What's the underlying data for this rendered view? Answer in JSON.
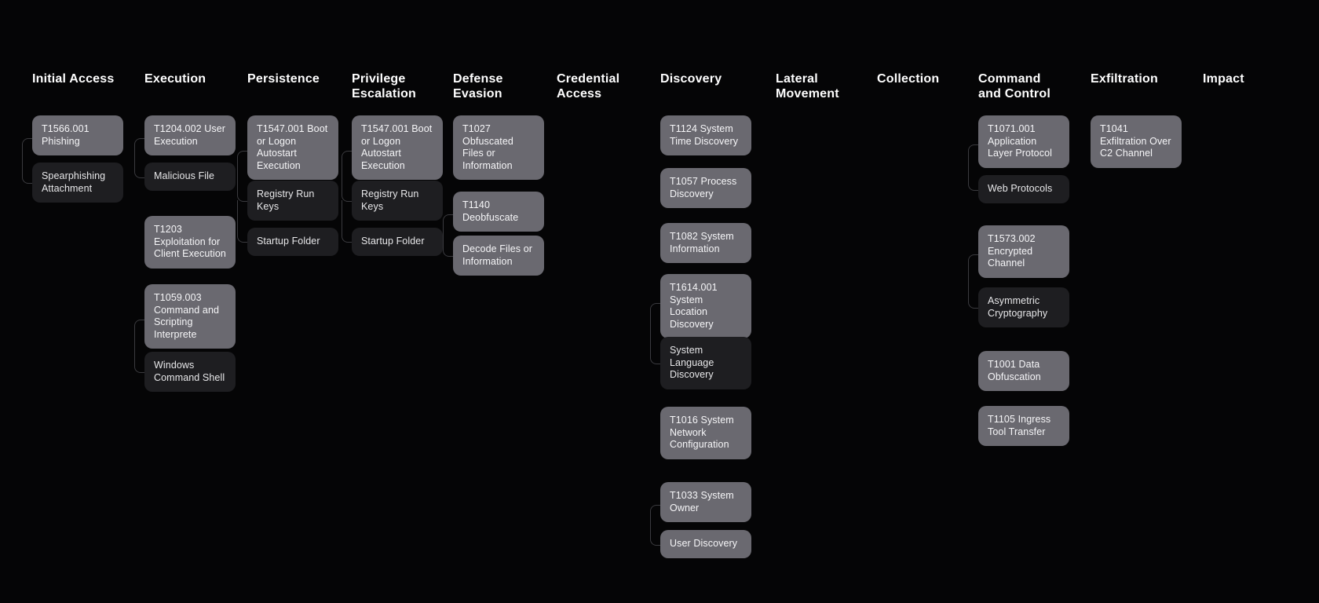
{
  "colors": {
    "background": "#050506",
    "technique_fill": "#6a6970",
    "subtechnique_fill": "#1e1e21",
    "technique_text": "#f6f6f8",
    "subtechnique_text": "#e8e8ea",
    "connector_line": "#3b3b3f",
    "header_text": "#ffffff"
  },
  "matrix": {
    "columns": [
      {
        "title": "Initial Access",
        "techniques": [
          {
            "label": "T1566.001 Phishing",
            "tone": "gray"
          },
          {
            "label": "Spearphishing Attachment",
            "tone": "dark"
          }
        ]
      },
      {
        "title": "Execution",
        "techniques": [
          {
            "label": "T1204.002 User Execution",
            "tone": "gray"
          },
          {
            "label": "Malicious File",
            "tone": "dark"
          },
          {
            "label": "T1203 Exploitation for Client Execution",
            "tone": "gray"
          },
          {
            "label": "T1059.003 Command and Scripting Interprete",
            "tone": "gray"
          },
          {
            "label": "Windows Command Shell",
            "tone": "dark"
          }
        ]
      },
      {
        "title": "Persistence",
        "techniques": [
          {
            "label": "T1547.001 Boot or Logon Autostart Execution",
            "tone": "gray"
          },
          {
            "label": "Registry Run Keys",
            "tone": "dark"
          },
          {
            "label": "Startup Folder",
            "tone": "dark"
          }
        ]
      },
      {
        "title": "Privilege Escalation",
        "techniques": [
          {
            "label": "T1547.001 Boot or Logon Autostart Execution",
            "tone": "gray"
          },
          {
            "label": "Registry Run Keys",
            "tone": "dark"
          },
          {
            "label": "Startup Folder",
            "tone": "dark"
          }
        ]
      },
      {
        "title": "Defense Evasion",
        "techniques": [
          {
            "label": "T1027 Obfuscated Files or Information",
            "tone": "gray"
          },
          {
            "label": "T1140 Deobfuscate",
            "tone": "gray"
          },
          {
            "label": "Decode Files or Information",
            "tone": "gray"
          }
        ]
      },
      {
        "title": "Credential Access",
        "techniques": []
      },
      {
        "title": "Discovery",
        "techniques": [
          {
            "label": "T1124 System Time Discovery",
            "tone": "gray"
          },
          {
            "label": "T1057 Process Discovery",
            "tone": "gray"
          },
          {
            "label": "T1082 System Information",
            "tone": "gray"
          },
          {
            "label": "T1614.001 System Location Discovery",
            "tone": "gray"
          },
          {
            "label": "System Language Discovery",
            "tone": "dark"
          },
          {
            "label": "T1016 System Network Configuration",
            "tone": "gray"
          },
          {
            "label": "T1033 System Owner",
            "tone": "gray"
          },
          {
            "label": "User Discovery",
            "tone": "gray"
          }
        ]
      },
      {
        "title": "Lateral Movement",
        "techniques": []
      },
      {
        "title": "Collection",
        "techniques": []
      },
      {
        "title": "Command and Control",
        "techniques": [
          {
            "label": "T1071.001 Application Layer Protocol",
            "tone": "gray"
          },
          {
            "label": "Web Protocols",
            "tone": "dark"
          },
          {
            "label": "T1573.002 Encrypted Channel",
            "tone": "gray"
          },
          {
            "label": "Asymmetric Cryptography",
            "tone": "dark"
          },
          {
            "label": "T1001 Data Obfuscation",
            "tone": "gray"
          },
          {
            "label": "T1105 Ingress Tool Transfer",
            "tone": "gray"
          }
        ]
      },
      {
        "title": "Exfiltration",
        "techniques": [
          {
            "label": "T1041 Exfiltration Over C2 Channel",
            "tone": "gray"
          }
        ]
      },
      {
        "title": "Impact",
        "techniques": []
      }
    ]
  }
}
